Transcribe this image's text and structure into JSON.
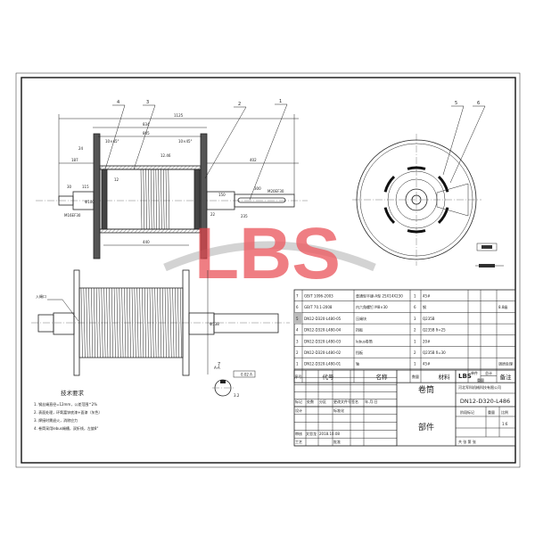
{
  "drawing": {
    "balloons": [
      "1",
      "2",
      "3",
      "4",
      "5",
      "6",
      "7"
    ],
    "dimensions": [
      "1125",
      "834",
      "805",
      "187",
      "402",
      "24",
      "10×45°",
      "10×45°",
      "12.46",
      "300",
      "M20EF30",
      "M16EF30",
      "115",
      "30",
      "150",
      "235",
      "440",
      "Φ100",
      "Φ538",
      "22",
      "12"
    ],
    "left_view_label": "入绳口",
    "section_label": "A-A",
    "tolerance": "0.02 A",
    "roughness": "3.2"
  },
  "watermark": {
    "text": "LBS",
    "color": "#e8434a",
    "swoosh_color": "#9a9a9a"
  },
  "tech_requirements": {
    "title": "技术要求",
    "items": [
      "1. 钢丝绳直径=12mm，公差范围^2%",
      "2. 表面处理，环氧富锌底漆+面漆（灰色）",
      "3. 焊接时需退火，消除应力",
      "4. 卷筒采用lebus绳槽，双折线，左旋8°"
    ]
  },
  "bom": {
    "headers": {
      "no": "序号",
      "code": "代号",
      "name": "名称",
      "qty": "数量",
      "material": "材料",
      "unit": "单件",
      "total": "总计",
      "weight": "重量",
      "remark": "备注"
    },
    "rows": [
      {
        "no": "7",
        "code": "GB/T 1096-2003",
        "name": "普通型平键-A型 25X14X230",
        "qty": "1",
        "material": "45#",
        "remark": ""
      },
      {
        "no": "6",
        "code": "GB/T 70.1-2008",
        "name": "内六角螺钉 M8×30",
        "qty": "6",
        "material": "钢",
        "remark": "8.8级"
      },
      {
        "no": "5",
        "code": "DN12-D320-L480-05",
        "name": "压绳块",
        "qty": "3",
        "material": "Q235B",
        "remark": ""
      },
      {
        "no": "4",
        "code": "DN12-D320-L480-04",
        "name": "挡板",
        "qty": "2",
        "material": "Q235B  δ=25",
        "remark": ""
      },
      {
        "no": "3",
        "code": "DN12-D320-L480-03",
        "name": "lebus卷筒",
        "qty": "1",
        "material": "20#",
        "remark": ""
      },
      {
        "no": "2",
        "code": "DN12-D320-L480-02",
        "name": "挡板",
        "qty": "2",
        "material": "Q235B  δ=30",
        "remark": ""
      },
      {
        "no": "1",
        "code": "DN12-D320-L480-01",
        "name": "轴",
        "qty": "1",
        "material": "45#",
        "remark": "调质处理"
      }
    ]
  },
  "title_block": {
    "rev_headers": [
      "标记",
      "处数",
      "分区",
      "更改文件号",
      "签名",
      "年.月.日"
    ],
    "design": "设计",
    "standard": "标准化",
    "review": "审核",
    "reviewer": "文思龙",
    "review_date": "2018.10.08",
    "process": "工艺",
    "approve": "批准",
    "part_name": "卷筒",
    "part_type": "部件",
    "company": "河北军科机械科技有限公司",
    "logo_text": "LBS",
    "drawing_no": "DN12-D320-L486",
    "stage": "阶段标记",
    "weight": "重量",
    "scale_label": "比例",
    "scale": "1:6",
    "sheets": "共    张    第    张"
  }
}
